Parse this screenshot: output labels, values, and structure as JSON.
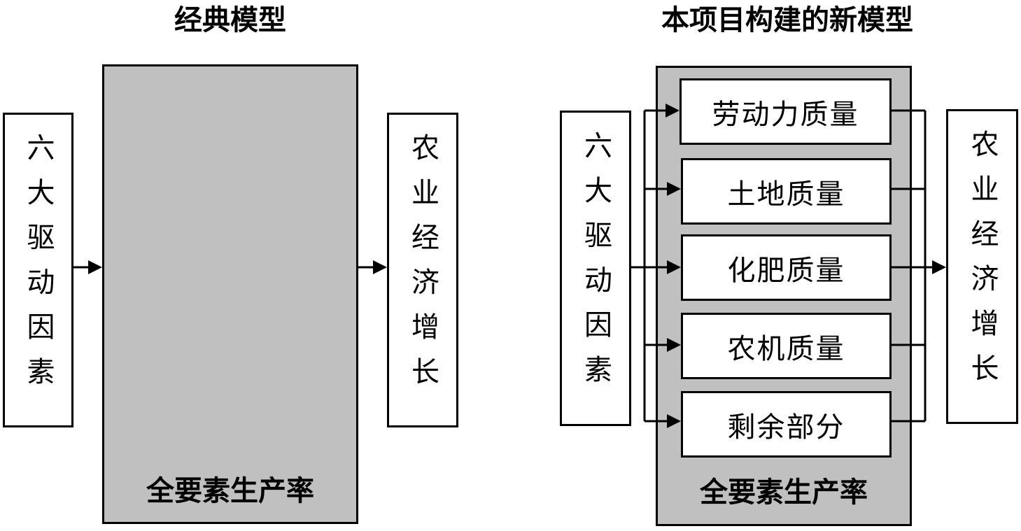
{
  "classic": {
    "title": "经典模型",
    "input_label": "六大驱动因素",
    "core_label": "全要素生产率",
    "output_label": "农业经济增长"
  },
  "new_model": {
    "title": "本项目构建的新模型",
    "input_label": "六大驱动因素",
    "core_label": "全要素生产率",
    "output_label": "农业经济增长",
    "components": [
      "劳动力质量",
      "土地质量",
      "化肥质量",
      "农机质量",
      "剩余部分"
    ]
  },
  "colors": {
    "core_fill": "#c0c0c0",
    "stroke": "#000000",
    "box_fill": "#ffffff"
  }
}
